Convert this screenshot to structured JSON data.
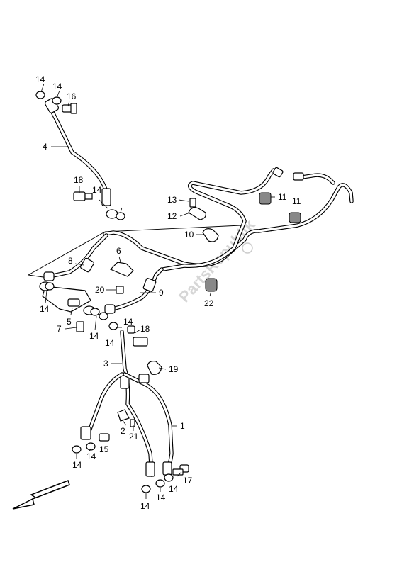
{
  "callouts": [
    "14",
    "14",
    "16",
    "4",
    "18",
    "14",
    "13",
    "11",
    "11",
    "12",
    "10",
    "6",
    "8",
    "20",
    "9",
    "22",
    "14",
    "5",
    "7",
    "14",
    "14",
    "14",
    "18",
    "3",
    "19",
    "2",
    "21",
    "1",
    "14",
    "14",
    "15",
    "14",
    "14",
    "14",
    "17"
  ],
  "watermark": "PartsRepublik"
}
